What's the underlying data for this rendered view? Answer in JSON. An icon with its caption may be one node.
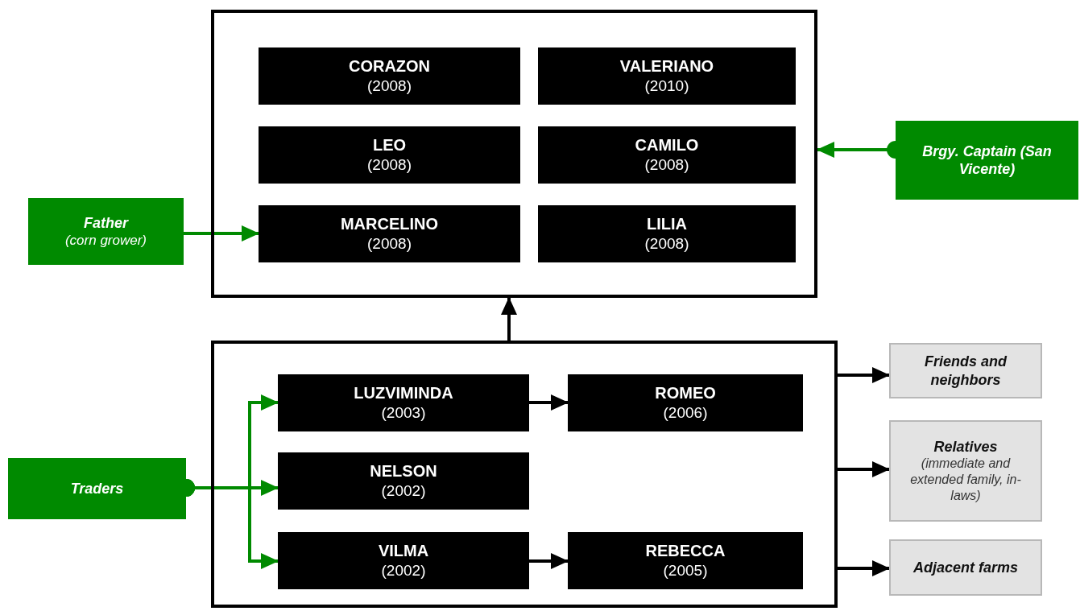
{
  "diagram": {
    "nodes": [
      {
        "text": [],
        "shape": "box"
      },
      {
        "text": [
          "CORAZON",
          "(2008)"
        ],
        "in": 0
      },
      {
        "text": [
          "VALERIANO",
          "(2010)"
        ],
        "in": 0
      },
      {
        "text": [
          "LEO",
          "(2008)"
        ],
        "in": 0
      },
      {
        "text": [
          "CAMILO",
          "(2008)"
        ],
        "in": 0
      },
      {
        "text": [
          "MARCELINO",
          "(2008)"
        ],
        "in": 0
      },
      {
        "text": [
          "LILIA",
          "(2008)"
        ],
        "in": 0
      },
      {
        "text": [
          "Brgy. Captain (San Vicente)"
        ]
      },
      {
        "text": [
          "Father",
          "(corn grower)"
        ]
      },
      {
        "text": [],
        "shape": "box"
      },
      {
        "text": [
          "LUZVIMINDA",
          "(2003)"
        ],
        "in": 9
      },
      {
        "text": [
          "ROMEO",
          "(2006)"
        ],
        "in": 9
      },
      {
        "text": [
          "NELSON",
          "(2002)"
        ],
        "in": 9
      },
      {
        "text": [
          "VILMA",
          "(2002)"
        ],
        "in": 9
      },
      {
        "text": [
          "REBECCA",
          "(2005)"
        ],
        "in": 9
      },
      {
        "text": [
          "Friends and neighbors"
        ]
      },
      {
        "text": [
          "Relatives",
          "(immediate and extended family, in-laws)"
        ]
      },
      {
        "text": [
          "Traders"
        ]
      },
      {
        "text": [
          "Adjacent farms"
        ]
      }
    ],
    "edges": [
      {
        "from": 8,
        "to": 5,
        "arrow": "to",
        "color": "#008a00"
      },
      {
        "from": 7,
        "to": 0,
        "arrow": "to",
        "color": "#008a00"
      },
      {
        "from": 9,
        "to": 0,
        "arrow": "to"
      },
      {
        "from": 17,
        "to": 13,
        "arrow": "to",
        "color": "#008a00"
      },
      {
        "from": 17,
        "to": 12,
        "arrow": "to",
        "color": "#008a00"
      },
      {
        "from": 17,
        "to": 10,
        "arrow": "to",
        "color": "#008a00"
      },
      {
        "from": 10,
        "to": 11,
        "arrow": "to"
      },
      {
        "from": 13,
        "to": 14,
        "arrow": "to"
      },
      {
        "from": 9,
        "to": 18,
        "arrow": "to"
      },
      {
        "from": 9,
        "to": 16,
        "arrow": "to"
      },
      {
        "from": 9,
        "to": 15,
        "arrow": "to"
      }
    ]
  }
}
